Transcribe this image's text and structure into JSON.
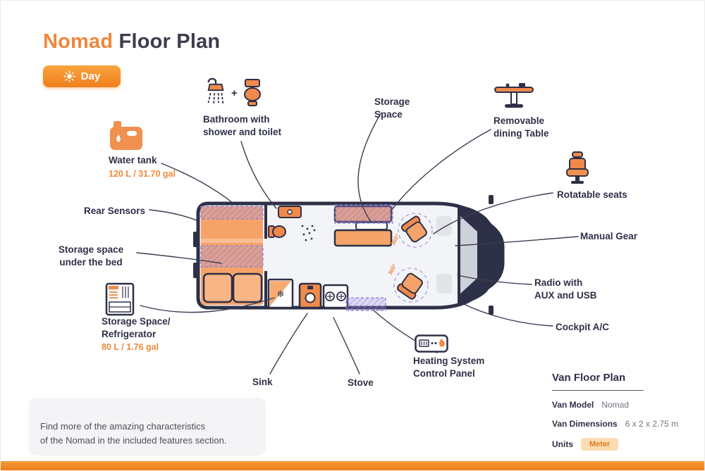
{
  "title": {
    "highlight": "Nomad",
    "rest": " Floor Plan"
  },
  "day_toggle": {
    "label": "Day"
  },
  "callouts": {
    "bathroom": {
      "label": "Bathroom with\nshower and toilet",
      "plus": "+"
    },
    "storage_space": {
      "label": "Storage\nSpace"
    },
    "dining_table": {
      "label": "Removable\ndining Table"
    },
    "water_tank": {
      "label": "Water tank",
      "value": "120 L / 31.70 gal"
    },
    "rear_sensors": {
      "label": "Rear Sensors"
    },
    "storage_under_bed": {
      "label": "Storage space\nunder the bed"
    },
    "refrigerator": {
      "label": "Storage Space/\nRefrigerator",
      "value": "80 L / 1.76 gal"
    },
    "rotatable_seats": {
      "label": "Rotatable seats"
    },
    "manual_gear": {
      "label": "Manual Gear"
    },
    "radio": {
      "label": "Radio with\nAUX and USB"
    },
    "cockpit_ac": {
      "label": "Cockpit A/C"
    },
    "sink": {
      "label": "Sink"
    },
    "stove": {
      "label": "Stove"
    },
    "heating": {
      "label": "Heating System\nControl Panel"
    }
  },
  "plan": {
    "rotation_label": "360°"
  },
  "note": {
    "text": "Find more of the amazing characteristics\nof the Nomad in the included features section."
  },
  "info_panel": {
    "title": "Van Floor Plan",
    "rows": [
      {
        "label": "Van Model",
        "value": "Nomad"
      },
      {
        "label": "Van Dimensions",
        "value": "6 x 2 x 2.75 m"
      },
      {
        "label": "Units",
        "value": "Meter"
      }
    ]
  },
  "colors": {
    "accent": "#EF873C",
    "dark": "#2E3047",
    "highlight_purple": "#8F7FD6",
    "bar": "#EE7D1A"
  }
}
